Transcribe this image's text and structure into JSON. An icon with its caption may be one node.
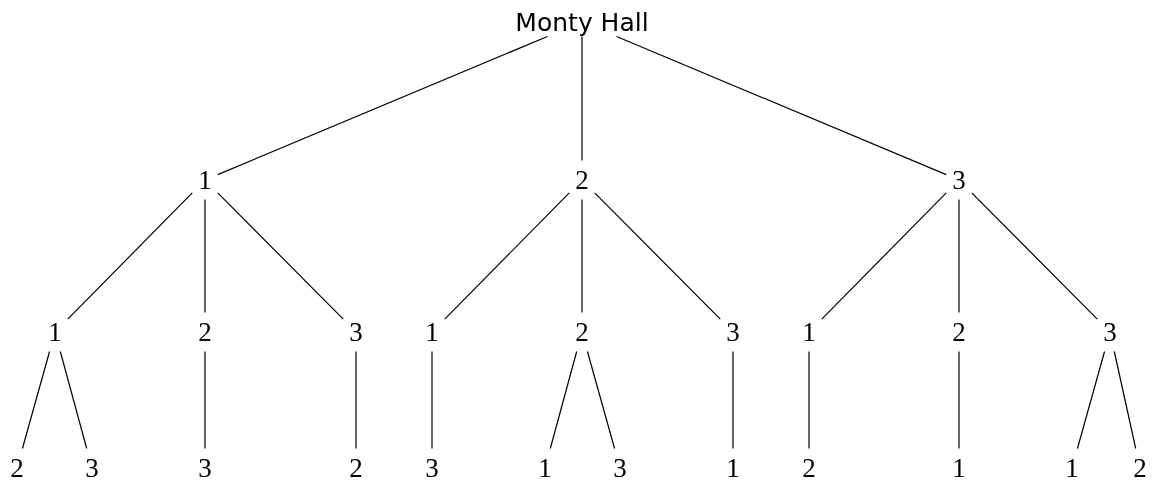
{
  "diagram": {
    "nodes": [
      {
        "text": [
          "Monty Hall"
        ]
      },
      {
        "text": [
          "1"
        ]
      },
      {
        "text": [
          "2"
        ]
      },
      {
        "text": [
          "3"
        ]
      },
      {
        "text": [
          "1"
        ]
      },
      {
        "text": [
          "2"
        ]
      },
      {
        "text": [
          "3"
        ]
      },
      {
        "text": [
          "1"
        ]
      },
      {
        "text": [
          "2"
        ]
      },
      {
        "text": [
          "3"
        ]
      },
      {
        "text": [
          "1"
        ]
      },
      {
        "text": [
          "2"
        ]
      },
      {
        "text": [
          "3"
        ]
      },
      {
        "text": [
          "2"
        ]
      },
      {
        "text": [
          "3"
        ]
      },
      {
        "text": [
          "3"
        ]
      },
      {
        "text": [
          "2"
        ]
      },
      {
        "text": [
          "3"
        ]
      },
      {
        "text": [
          "1"
        ]
      },
      {
        "text": [
          "3"
        ]
      },
      {
        "text": [
          "1"
        ]
      },
      {
        "text": [
          "2"
        ]
      },
      {
        "text": [
          "1"
        ]
      },
      {
        "text": [
          "1"
        ]
      },
      {
        "text": [
          "2"
        ]
      }
    ],
    "edges": [
      {
        "from": 0,
        "to": 1,
        "arrow": "none"
      },
      {
        "from": 0,
        "to": 2,
        "arrow": "none"
      },
      {
        "from": 0,
        "to": 3,
        "arrow": "none"
      },
      {
        "from": 1,
        "to": 4,
        "arrow": "none"
      },
      {
        "from": 1,
        "to": 5,
        "arrow": "none"
      },
      {
        "from": 1,
        "to": 6,
        "arrow": "none"
      },
      {
        "from": 2,
        "to": 7,
        "arrow": "none"
      },
      {
        "from": 2,
        "to": 8,
        "arrow": "none"
      },
      {
        "from": 2,
        "to": 9,
        "arrow": "none"
      },
      {
        "from": 3,
        "to": 10,
        "arrow": "none"
      },
      {
        "from": 3,
        "to": 11,
        "arrow": "none"
      },
      {
        "from": 3,
        "to": 12,
        "arrow": "none"
      },
      {
        "from": 4,
        "to": 13,
        "arrow": "none"
      },
      {
        "from": 4,
        "to": 14,
        "arrow": "none"
      },
      {
        "from": 5,
        "to": 15,
        "arrow": "none"
      },
      {
        "from": 6,
        "to": 16,
        "arrow": "none"
      },
      {
        "from": 7,
        "to": 17,
        "arrow": "none"
      },
      {
        "from": 8,
        "to": 18,
        "arrow": "none"
      },
      {
        "from": 8,
        "to": 19,
        "arrow": "none"
      },
      {
        "from": 9,
        "to": 20,
        "arrow": "none"
      },
      {
        "from": 10,
        "to": 21,
        "arrow": "none"
      },
      {
        "from": 11,
        "to": 22,
        "arrow": "none"
      },
      {
        "from": 12,
        "to": 23,
        "arrow": "none"
      },
      {
        "from": 12,
        "to": 24,
        "arrow": "none"
      }
    ]
  }
}
